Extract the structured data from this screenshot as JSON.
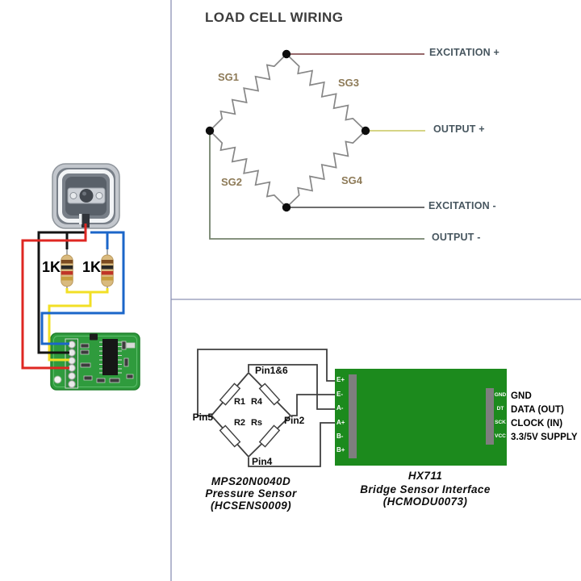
{
  "left_panel": {
    "resistor_values": [
      "1K",
      "1K"
    ],
    "wire_colors": {
      "red": "#df2722",
      "black": "#141414",
      "blue": "#1b66c9",
      "yellow": "#f2df25",
      "silver": "#a9abad"
    },
    "pcb_color": "#2f9b3d"
  },
  "load_cell_diagram": {
    "title": "LOAD CELL WIRING",
    "gauges": {
      "sg1": "SG1",
      "sg3": "SG3",
      "sg2": "SG2",
      "sg4": "SG4"
    },
    "terminals": {
      "excitation_plus": {
        "label": "EXCITATION +",
        "color": "#97696b"
      },
      "output_plus": {
        "label": "OUTPUT +",
        "color": "#d6d586"
      },
      "excitation_minus": {
        "label": "EXCITATION -",
        "color": "#5a5a5a"
      },
      "output_minus": {
        "label": "OUTPUT -",
        "color": "#75836d"
      }
    }
  },
  "sensor_diagram": {
    "pins": {
      "top": "Pin1&6",
      "left": "Pin5",
      "right": "Pin2",
      "bottom": "Pin4"
    },
    "resistors": {
      "r1": "R1",
      "r4": "R4",
      "r2": "R2",
      "rs": "Rs"
    },
    "caption": {
      "line1": "MPS20N0040D",
      "line2": "Pressure Sensor",
      "line3": "(HCSENS0009)"
    }
  },
  "hx711_board": {
    "board_color": "#1c8a1d",
    "left_pins": [
      "E+",
      "E-",
      "A-",
      "A+",
      "B-",
      "B+"
    ],
    "pads": {
      "gnd": "GND",
      "dt": "DT",
      "sck": "SCK",
      "vcc": "VCC"
    },
    "signals": {
      "gnd": "GND",
      "data": "DATA (OUT)",
      "clock": "CLOCK (IN)",
      "supply": "3.3/5V SUPPLY"
    },
    "caption": {
      "line1": "HX711",
      "line2": "Bridge Sensor Interface",
      "line3": "(HCMODU0073)"
    }
  },
  "connections": [
    {
      "sensor_pin": "Pin5",
      "board_pin": "E+"
    },
    {
      "sensor_pin": "Pin1&6",
      "board_pin": "A-"
    },
    {
      "sensor_pin": "Pin2",
      "board_pin": "E-"
    },
    {
      "sensor_pin": "Pin4",
      "board_pin": "A+"
    }
  ]
}
